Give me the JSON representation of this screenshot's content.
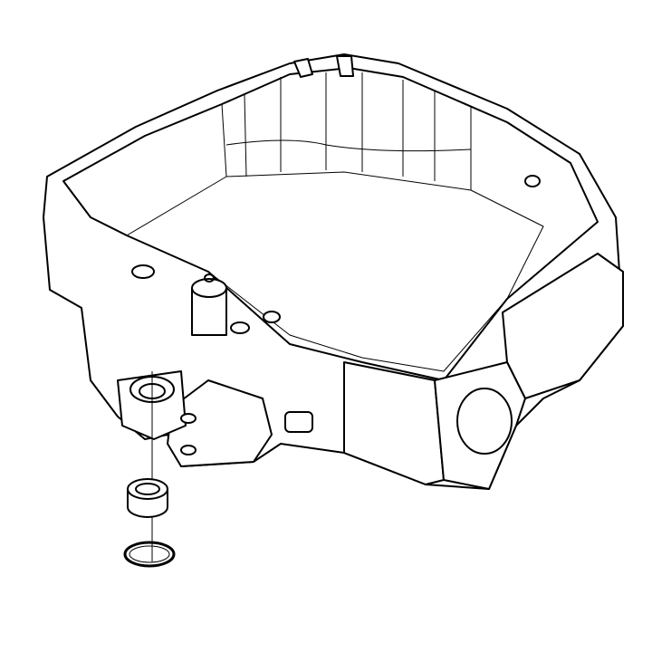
{
  "diagram": {
    "type": "exploded-parts-line-drawing",
    "colors": {
      "line": "#000000",
      "background": "#ffffff"
    },
    "parts": [
      "frame",
      "bushing",
      "retaining-ring"
    ]
  }
}
